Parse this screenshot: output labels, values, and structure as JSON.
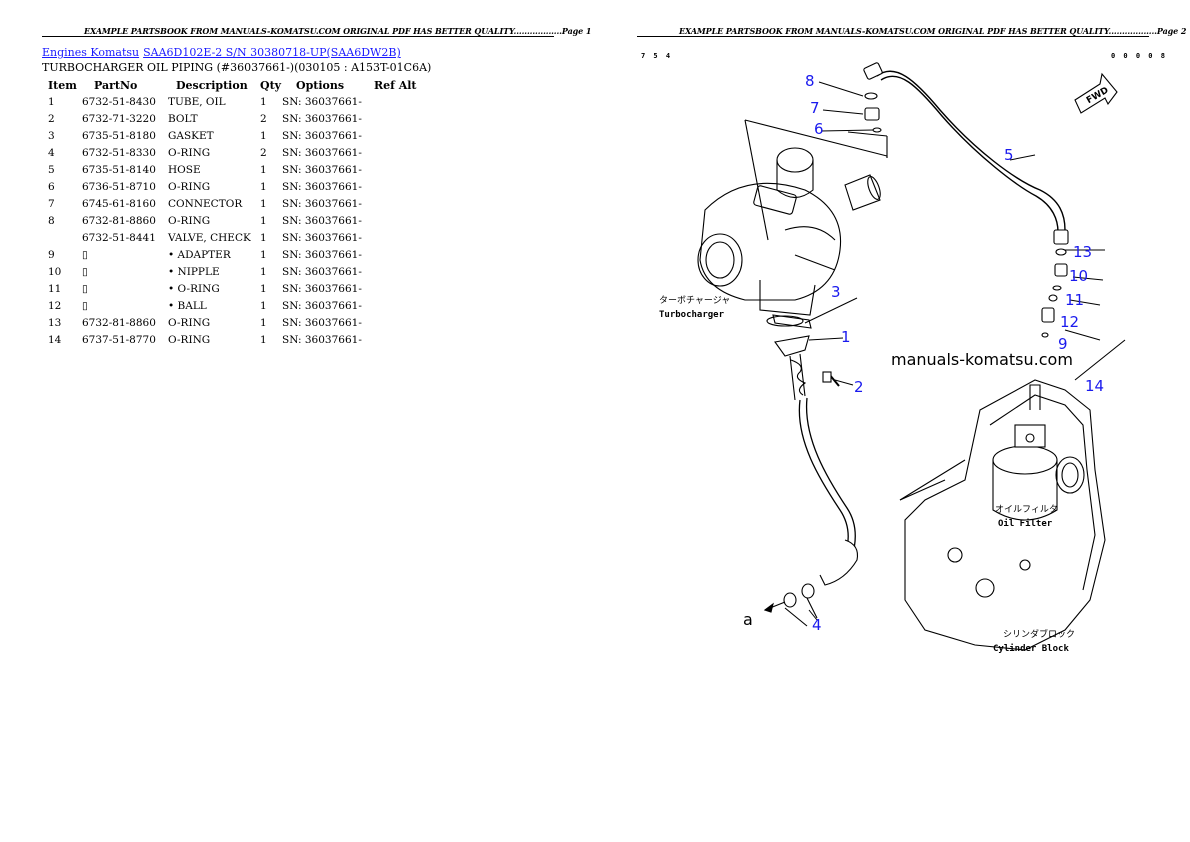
{
  "header_text": "EXAMPLE PARTSBOOK FROM MANUALS-KOMATSU.COM ORIGINAL PDF HAS BETTER QUALITY..................",
  "page1_label": "Page 1",
  "page2_label": "Page 2",
  "breadcrumb": {
    "link1": "Engines Komatsu",
    "link2": "SAA6D102E-2 S/N 30380718-UP(SAA6DW2B)"
  },
  "subtitle": "TURBOCHARGER OIL PIPING (#36037661-)(030105 : A153T-01C6A)",
  "table": {
    "headers": [
      "Item",
      "PartNo",
      "Description",
      "Qty",
      "Options",
      "Ref Alt"
    ],
    "rows": [
      {
        "item": "1",
        "part": "6732-51-8430",
        "desc": "TUBE, OIL",
        "qty": "1",
        "opt": "SN: 36037661-"
      },
      {
        "item": "2",
        "part": "6732-71-3220",
        "desc": "BOLT",
        "qty": "2",
        "opt": "SN: 36037661-"
      },
      {
        "item": "3",
        "part": "6735-51-8180",
        "desc": "GASKET",
        "qty": "1",
        "opt": "SN: 36037661-"
      },
      {
        "item": "4",
        "part": "6732-51-8330",
        "desc": "O-RING",
        "qty": "2",
        "opt": "SN: 36037661-"
      },
      {
        "item": "5",
        "part": "6735-51-8140",
        "desc": "HOSE",
        "qty": "1",
        "opt": "SN: 36037661-"
      },
      {
        "item": "6",
        "part": "6736-51-8710",
        "desc": "O-RING",
        "qty": "1",
        "opt": "SN: 36037661-"
      },
      {
        "item": "7",
        "part": "6745-61-8160",
        "desc": "CONNECTOR",
        "qty": "1",
        "opt": "SN: 36037661-"
      },
      {
        "item": "8",
        "part": "6732-81-8860",
        "desc": "O-RING",
        "qty": "1",
        "opt": "SN: 36037661-"
      },
      {
        "item": "",
        "part": "6732-51-8441",
        "desc": "VALVE, CHECK",
        "qty": "1",
        "opt": "SN: 36037661-"
      },
      {
        "item": "9",
        "part": "▯",
        "desc": "• ADAPTER",
        "qty": "1",
        "opt": "SN: 36037661-"
      },
      {
        "item": "10",
        "part": "▯",
        "desc": "• NIPPLE",
        "qty": "1",
        "opt": "SN: 36037661-"
      },
      {
        "item": "11",
        "part": "▯",
        "desc": "• O-RING",
        "qty": "1",
        "opt": "SN: 36037661-"
      },
      {
        "item": "12",
        "part": "▯",
        "desc": "• BALL",
        "qty": "1",
        "opt": "SN: 36037661-"
      },
      {
        "item": "13",
        "part": "6732-81-8860",
        "desc": "O-RING",
        "qty": "1",
        "opt": "SN: 36037661-"
      },
      {
        "item": "14",
        "part": "6737-51-8770",
        "desc": "O-RING",
        "qty": "1",
        "opt": "SN: 36037661-"
      }
    ]
  },
  "diagram": {
    "corner_left": "7 5 4",
    "corner_right": "0 0 0 0 8",
    "fwd_label": "FWD",
    "turbo_jp": "ターボチャージャ",
    "turbo_en": "Turbocharger",
    "oilfilter_jp": "オイルフィルタ",
    "oilfilter_en": "Oil Filter",
    "block_jp": "シリンダブロック",
    "block_en": "Cylinder Block",
    "watermark": "manuals-komatsu.com",
    "arrow_label": "a",
    "callouts": [
      "8",
      "7",
      "6",
      "5",
      "13",
      "10",
      "11",
      "12",
      "9",
      "14",
      "3",
      "1",
      "2",
      "4"
    ],
    "callout_color": "#1a1aee"
  }
}
